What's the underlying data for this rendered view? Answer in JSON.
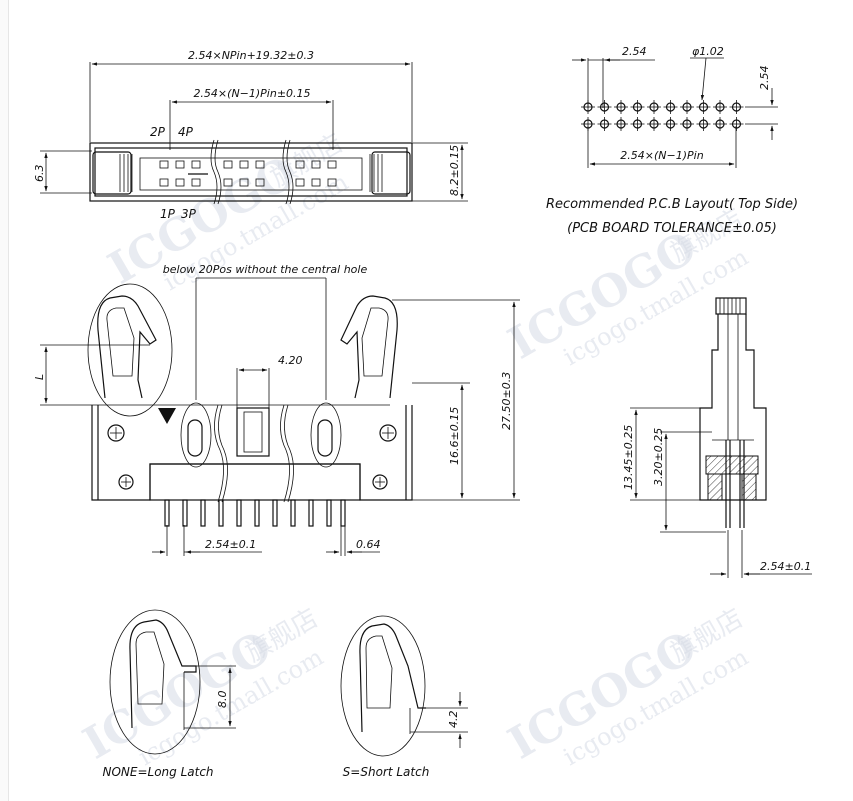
{
  "top_view": {
    "overall_dim": "2.54×NPin+19.32±0.3",
    "pitch_dim": "2.54×(N−1)Pin±0.15",
    "height_left": "6.3",
    "height_right": "8.2±0.15",
    "pin_2p": "2P",
    "pin_4p": "4P",
    "pin_1p": "1P",
    "pin_3p": "3P"
  },
  "pcb_layout": {
    "pitch_h": "2.54",
    "hole_dia": "φ1.02",
    "pitch_v": "2.54",
    "span": "2.54×(N−1)Pin",
    "caption_line1": "Recommended P.C.B Layout( Top Side)",
    "caption_line2": "(PCB BOARD TOLERANCE±0.05)"
  },
  "front_view": {
    "note": "below 20Pos without the central hole",
    "latch_dim": "L",
    "key_width": "4.20",
    "body_height": "16.6±0.15",
    "total_height": "27.50±0.3",
    "pin_pitch": "2.54±0.1",
    "pin_size": "0.64"
  },
  "side_view": {
    "height_a": "13.45±0.25",
    "height_b": "3.20±0.25",
    "pitch": "2.54±0.1"
  },
  "latch_variants": [
    {
      "dim": "8.0",
      "label": "NONE=Long Latch"
    },
    {
      "dim": "4.2",
      "label": "S=Short Latch"
    }
  ],
  "watermark": {
    "brand": "ICGOGO",
    "cn": "旗舰店",
    "url": "icgogo.tmall.com"
  }
}
